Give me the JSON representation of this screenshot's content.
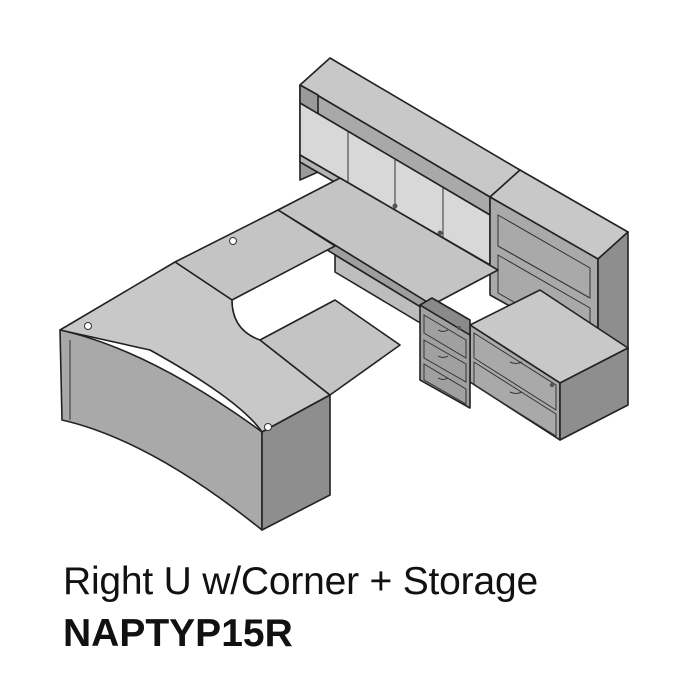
{
  "product": {
    "name": "Right U w/Corner + Storage",
    "code": "NAPTYP15R"
  },
  "illustration": {
    "subject": "u-shaped-desk-with-hutch-and-storage",
    "colors": {
      "top": "#c8c8c8",
      "front": "#a9a9a9",
      "side": "#8e8e8e",
      "dark": "#7a7a7a",
      "outline": "#222222",
      "background": "#ffffff"
    }
  }
}
